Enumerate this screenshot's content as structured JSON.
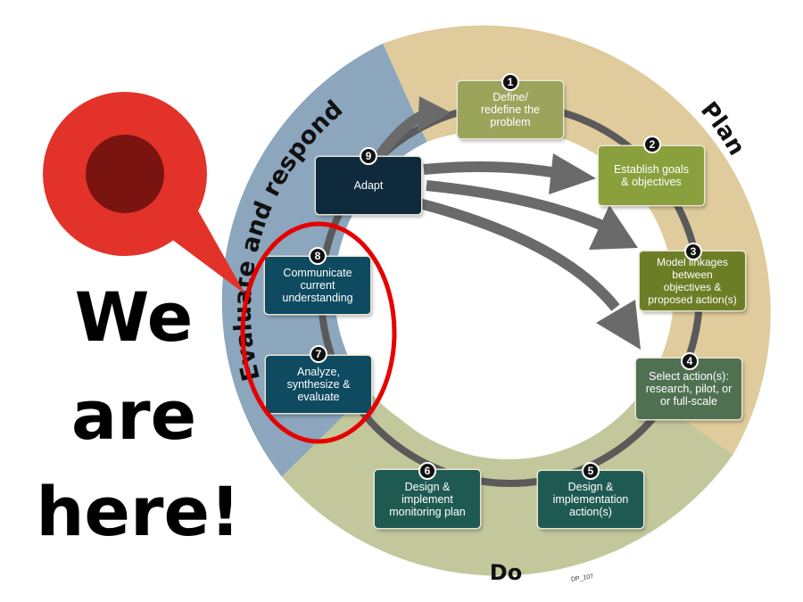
{
  "steps": [
    {
      "num": "1",
      "label": "Define/\nredefine the\nproblem"
    },
    {
      "num": "2",
      "label": "Establish goals\n& objectives"
    },
    {
      "num": "3",
      "label": "Model linkages\nbetween\nobjectives &\nproposed action(s)"
    },
    {
      "num": "4",
      "label": "Select action(s):\nresearch, pilot, or\nor full-scale"
    },
    {
      "num": "5",
      "label": "Design &\nimplementation\naction(s)"
    },
    {
      "num": "6",
      "label": "Design &\nimplement\nmonitoring plan"
    },
    {
      "num": "7",
      "label": "Analyze,\nsynthesize &\nevaluate"
    },
    {
      "num": "8",
      "label": "Communicate\ncurrent\nunderstanding"
    },
    {
      "num": "9",
      "label": "Adapt"
    }
  ],
  "phases": {
    "plan": "Plan",
    "do": "Do",
    "evaluate": "Evaluate and respond"
  },
  "callout": {
    "line1": "We",
    "line2": "are",
    "line3": "here!"
  },
  "footnote": "DP_107",
  "colors": {
    "plan_band": "#dfcb9b",
    "do_band": "#c3c89c",
    "evaluate_band": "#8ba6bd",
    "cycle_ring": "#5a5a5a",
    "callout_red": "#e2322a",
    "callout_dark": "#7a1410",
    "highlight_ellipse": "#e60000"
  }
}
